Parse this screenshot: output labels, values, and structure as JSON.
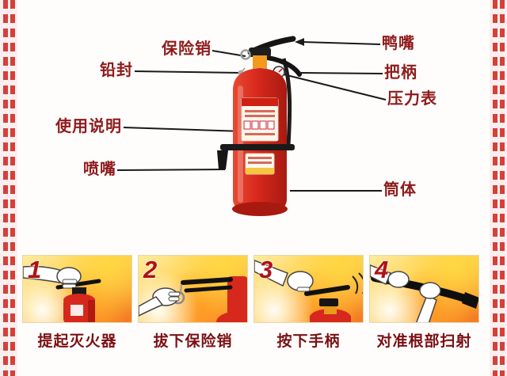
{
  "colors": {
    "label_text": "#8e1b1b",
    "caption_text": "#7a1014",
    "step_number": "#ae1117",
    "extinguisher_red": "#d7281d",
    "edge_dash_red": "#d4403a",
    "flame_yellow": "#ffd052"
  },
  "diagram": {
    "left_labels": [
      {
        "text": "保险销"
      },
      {
        "text": "铅封"
      },
      {
        "text": "使用说明"
      },
      {
        "text": "喷嘴"
      }
    ],
    "right_labels": [
      {
        "text": "鸭嘴"
      },
      {
        "text": "把柄"
      },
      {
        "text": "压力表"
      },
      {
        "text": "筒体"
      }
    ]
  },
  "steps": [
    {
      "number": "1",
      "caption": "提起灭火器"
    },
    {
      "number": "2",
      "caption": "拔下保险销"
    },
    {
      "number": "3",
      "caption": "按下手柄"
    },
    {
      "number": "4",
      "caption": "对准根部扫射"
    }
  ]
}
